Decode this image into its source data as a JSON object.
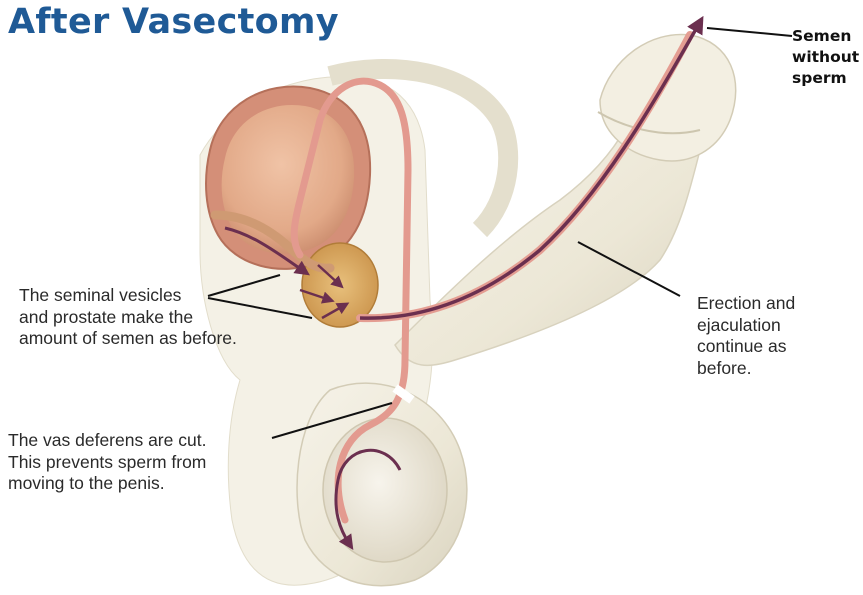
{
  "title": "After Vasectomy",
  "labels": {
    "semen_without_sperm": [
      "Semen",
      "without",
      "sperm"
    ],
    "seminal_vesicles": [
      "The seminal vesicles",
      "and prostate make the",
      "amount of semen as before."
    ],
    "erection": [
      "Erection and",
      "ejaculation",
      "continue as",
      "before."
    ],
    "vas_deferens": [
      "The vas deferens are cut.",
      "This prevents sperm from",
      "moving to the penis."
    ]
  },
  "colors": {
    "title": "#1f5a96",
    "arrow": "#6b2f4f",
    "skin": "#f1ede0",
    "bladder": "#e7b497",
    "prostate": "#d9a35b"
  }
}
